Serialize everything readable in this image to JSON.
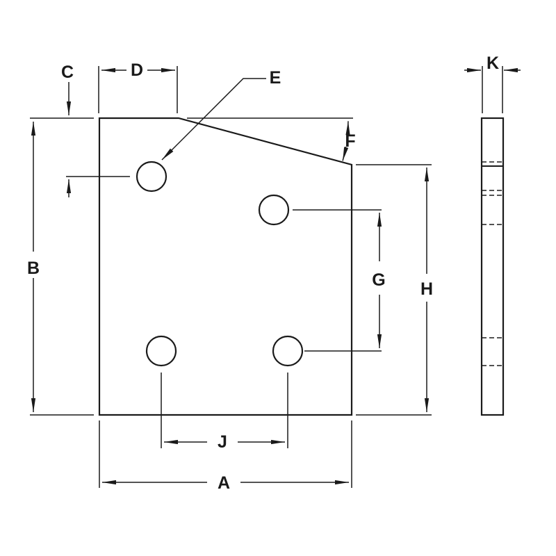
{
  "colors": {
    "line": "#1a1a1a",
    "background": "#ffffff"
  },
  "dimensions": {
    "overall_width": "A",
    "overall_height": "B",
    "top_hole_offset": "C",
    "top_edge_width": "D",
    "hole_callout": "E",
    "corner_angle": "F",
    "right_hole_spacing": "G",
    "right_edge_height": "H",
    "bottom_hole_spacing": "J",
    "thickness": "K"
  }
}
